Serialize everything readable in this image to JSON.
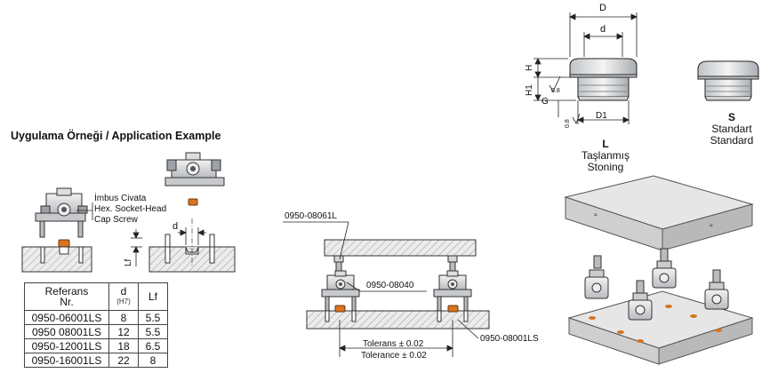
{
  "heading": {
    "tr": "Uygulama Örneği",
    "sep": " / ",
    "en": "Application Example"
  },
  "callouts": {
    "screw_tr": "İmbus Civata",
    "screw_en1": "Hex. Socket-Head",
    "screw_en2": "Cap Screw",
    "d": "d",
    "lf": "Lf"
  },
  "table": {
    "headers": {
      "ref_line1": "Referans",
      "ref_line2": "Nr.",
      "d": "d",
      "d_sub": "(H7)",
      "lf": "Lf"
    },
    "rows": [
      {
        "ref": "0950-06001LS",
        "d": "8",
        "lf": "5.5"
      },
      {
        "ref": "0950 08001LS",
        "d": "12",
        "lf": "5.5"
      },
      {
        "ref": "0950-12001LS",
        "d": "18",
        "lf": "6.5"
      },
      {
        "ref": "0950-16001LS",
        "d": "22",
        "lf": "8"
      }
    ]
  },
  "middle": {
    "part_top": "0950-08061L",
    "part_mid": "0950-08040",
    "part_bottom": "0950-08001LS",
    "tol_tr": "Tolerans ± 0.02",
    "tol_en": "Tolerance ± 0.02"
  },
  "dims": {
    "D": "D",
    "d": "d",
    "H": "H",
    "H1": "H1",
    "G": "G",
    "D1": "D1",
    "ra1": "0.8",
    "ra2": "0.8"
  },
  "variants": {
    "L": {
      "code": "L",
      "tr": "Taşlanmış",
      "en": "Stoning"
    },
    "S": {
      "code": "S",
      "tr": "Standart",
      "en": "Standard"
    }
  },
  "colors": {
    "line": "#222222",
    "hatch": "#999999",
    "plate": "#dcdcdc",
    "pad": "#d8731e",
    "part": "#c8ccd0"
  }
}
